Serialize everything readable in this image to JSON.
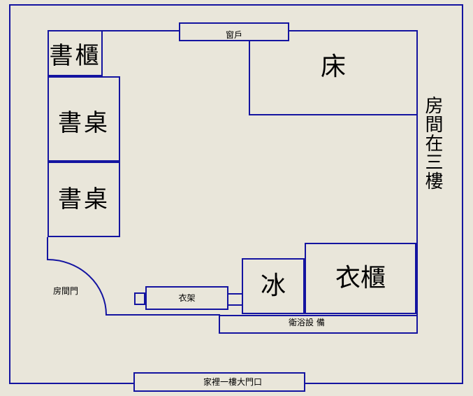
{
  "title": "room floor plan sketch",
  "colors": {
    "background": "#e9e6da",
    "wall_line": "#1414a0",
    "text": "#000000"
  },
  "room": {
    "floor_note": "房間在三樓",
    "door_label": "房間門",
    "entrance_label": "家裡一樓大門口",
    "window_label": "窗戶",
    "bathroom_label": "衛浴設 備",
    "furniture": {
      "bookcase": "書櫃",
      "desk_top": "書桌",
      "desk_bottom": "書桌",
      "bed": "床",
      "fridge": "冰",
      "wardrobe": "衣櫃",
      "hanger": "衣架"
    }
  }
}
